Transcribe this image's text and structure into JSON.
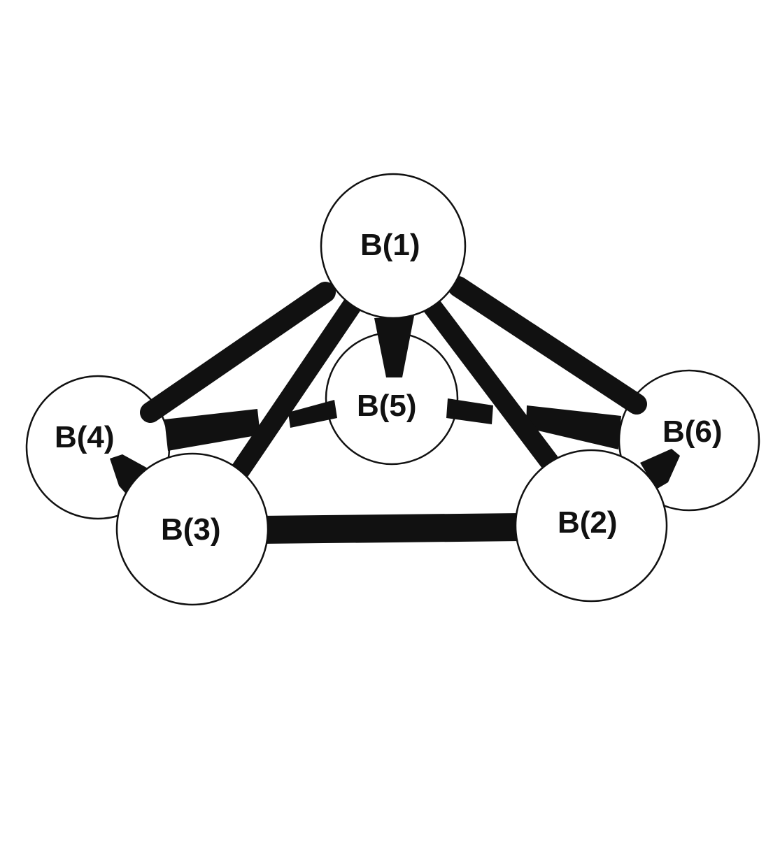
{
  "diagram": {
    "atoms": {
      "b1": "B(1)",
      "b2": "B(2)",
      "b3": "B(3)",
      "b4": "B(4)",
      "b5": "B(5)",
      "b6": "B(6)"
    },
    "bonds": [
      [
        "b1",
        "b4"
      ],
      [
        "b1",
        "b3"
      ],
      [
        "b1",
        "b5"
      ],
      [
        "b1",
        "b2"
      ],
      [
        "b1",
        "b6"
      ],
      [
        "b4",
        "b5"
      ],
      [
        "b5",
        "b6"
      ],
      [
        "b4",
        "b3"
      ],
      [
        "b3",
        "b2"
      ],
      [
        "b2",
        "b6"
      ]
    ]
  }
}
